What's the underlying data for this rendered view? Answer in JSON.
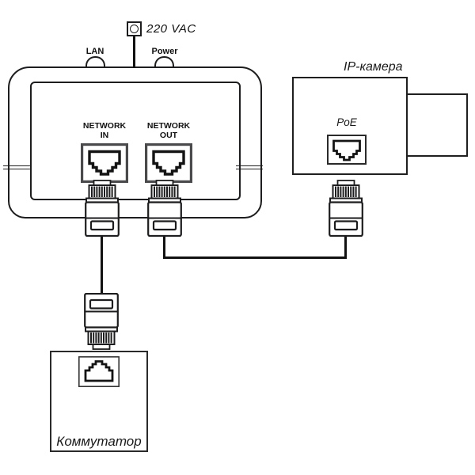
{
  "labels": {
    "power_source": "220 VAC",
    "led_lan": "LAN",
    "led_power": "Power",
    "network_in_line1": "NETWORK",
    "network_in_line2": "IN",
    "network_out_line1": "NETWORK",
    "network_out_line2": "OUT",
    "camera_title": "IP-камера",
    "camera_port": "PoE",
    "switch_title": "Коммутатор"
  },
  "colors": {
    "background": "#ffffff",
    "line": "#1d1d1f",
    "jack_outer_border": "#4a4a4c",
    "cable": "#111111"
  }
}
